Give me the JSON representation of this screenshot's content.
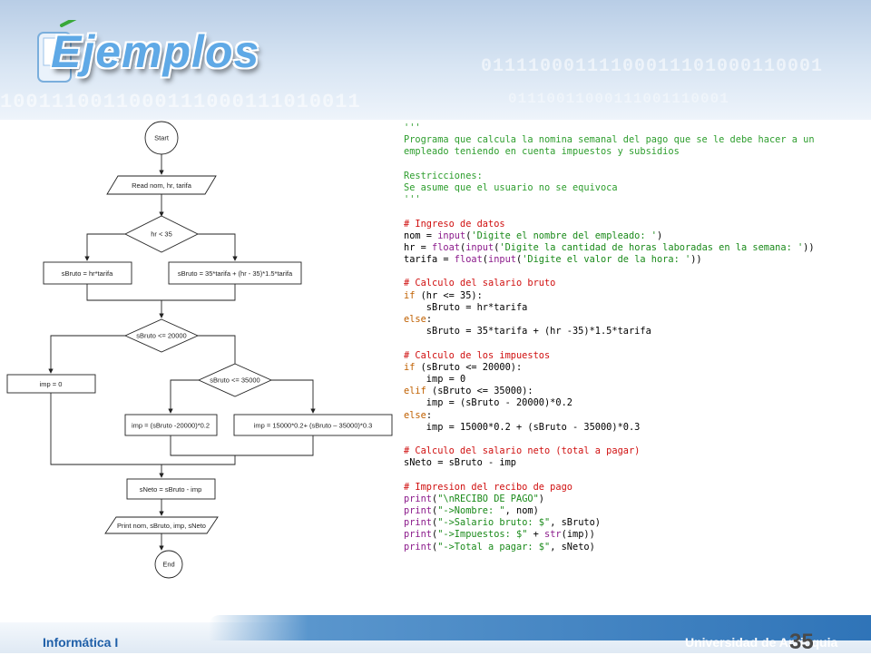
{
  "header": {
    "title": "Ejemplos",
    "binary_rows": [
      "01111000111100011101000110001",
      "1001110011000111000111010011",
      "01110011000111001110001"
    ]
  },
  "flowchart": {
    "start": "Start",
    "read": "Read nom, hr, tarifa",
    "cond1": "hr < 35",
    "proc1_left": "sBruto = hr*tarifa",
    "proc1_right": "sBruto = 35*tarifa + (hr - 35)*1.5*tarifa",
    "cond2": "sBruto <= 20000",
    "imp0": "imp = 0",
    "cond3": "sBruto <= 35000",
    "imp_mid": "imp = (sBruto -20000)*0.2",
    "imp_high": "imp = 15000*0.2+ (sBruto – 35000)*0.3",
    "neto": "sNeto = sBruto - imp",
    "print": "Print nom, sBruto, imp, sNeto",
    "end": "End"
  },
  "code_lines": [
    [
      [
        "g",
        "'''"
      ]
    ],
    [
      [
        "g",
        "Programa que calcula la nomina semanal del pago que se le debe hacer a un"
      ]
    ],
    [
      [
        "g",
        "empleado teniendo en cuenta impuestos y subsidios"
      ]
    ],
    [
      [
        "g",
        ""
      ]
    ],
    [
      [
        "g",
        "Restricciones:"
      ]
    ],
    [
      [
        "g",
        "Se asume que el usuario no se equivoca"
      ]
    ],
    [
      [
        "g",
        "'''"
      ]
    ],
    [
      [
        "d",
        ""
      ]
    ],
    [
      [
        "r",
        "# Ingreso de datos"
      ]
    ],
    [
      [
        "d",
        "nom = "
      ],
      [
        "p",
        "input"
      ],
      [
        "d",
        "("
      ],
      [
        "s",
        "'Digite el nombre del empleado: '"
      ],
      [
        "d",
        ")"
      ]
    ],
    [
      [
        "d",
        "hr = "
      ],
      [
        "p",
        "float"
      ],
      [
        "d",
        "("
      ],
      [
        "p",
        "input"
      ],
      [
        "d",
        "("
      ],
      [
        "s",
        "'Digite la cantidad de horas laboradas en la semana: '"
      ],
      [
        "d",
        "))"
      ]
    ],
    [
      [
        "d",
        "tarifa = "
      ],
      [
        "p",
        "float"
      ],
      [
        "d",
        "("
      ],
      [
        "p",
        "input"
      ],
      [
        "d",
        "("
      ],
      [
        "s",
        "'Digite el valor de la hora: '"
      ],
      [
        "d",
        "))"
      ]
    ],
    [
      [
        "d",
        ""
      ]
    ],
    [
      [
        "r",
        "# Calculo del salario bruto"
      ]
    ],
    [
      [
        "k",
        "if"
      ],
      [
        "d",
        " (hr <= 35):"
      ]
    ],
    [
      [
        "d",
        "    sBruto = hr*tarifa"
      ]
    ],
    [
      [
        "k",
        "else"
      ],
      [
        "d",
        ":"
      ]
    ],
    [
      [
        "d",
        "    sBruto = 35*tarifa + (hr -35)*1.5*tarifa"
      ]
    ],
    [
      [
        "d",
        ""
      ]
    ],
    [
      [
        "r",
        "# Calculo de los impuestos"
      ]
    ],
    [
      [
        "k",
        "if"
      ],
      [
        "d",
        " (sBruto <= 20000):"
      ]
    ],
    [
      [
        "d",
        "    imp = 0"
      ]
    ],
    [
      [
        "k",
        "elif"
      ],
      [
        "d",
        " (sBruto <= 35000):"
      ]
    ],
    [
      [
        "d",
        "    imp = (sBruto - 20000)*0.2"
      ]
    ],
    [
      [
        "k",
        "else"
      ],
      [
        "d",
        ":"
      ]
    ],
    [
      [
        "d",
        "    imp = 15000*0.2 + (sBruto - 35000)*0.3"
      ]
    ],
    [
      [
        "d",
        ""
      ]
    ],
    [
      [
        "r",
        "# Calculo del salario neto (total a pagar)"
      ]
    ],
    [
      [
        "d",
        "sNeto = sBruto - imp"
      ]
    ],
    [
      [
        "d",
        ""
      ]
    ],
    [
      [
        "r",
        "# Impresion del recibo de pago"
      ]
    ],
    [
      [
        "p",
        "print"
      ],
      [
        "d",
        "("
      ],
      [
        "s",
        "\"\\nRECIBO DE PAGO\""
      ],
      [
        "d",
        ")"
      ]
    ],
    [
      [
        "p",
        "print"
      ],
      [
        "d",
        "("
      ],
      [
        "s",
        "\"->Nombre: \""
      ],
      [
        "d",
        ", nom)"
      ]
    ],
    [
      [
        "p",
        "print"
      ],
      [
        "d",
        "("
      ],
      [
        "s",
        "\"->Salario bruto: $\""
      ],
      [
        "d",
        ", sBruto)"
      ]
    ],
    [
      [
        "p",
        "print"
      ],
      [
        "d",
        "("
      ],
      [
        "s",
        "\"->Impuestos: $\""
      ],
      [
        "d",
        " + "
      ],
      [
        "p",
        "str"
      ],
      [
        "d",
        "(imp))"
      ]
    ],
    [
      [
        "p",
        "print"
      ],
      [
        "d",
        "("
      ],
      [
        "s",
        "\"->Total a pagar: $\""
      ],
      [
        "d",
        ", sNeto)"
      ]
    ]
  ],
  "footer": {
    "left": "Informática I",
    "right": "Universidad de Antioquia",
    "page": "35"
  },
  "colors": {
    "title": "#5fa9e6",
    "footer_band": "#2f74b8",
    "comment": "#d01010",
    "docstring": "#2e9e2e",
    "keyword": "#c06000",
    "builtin": "#8b1a8b"
  }
}
